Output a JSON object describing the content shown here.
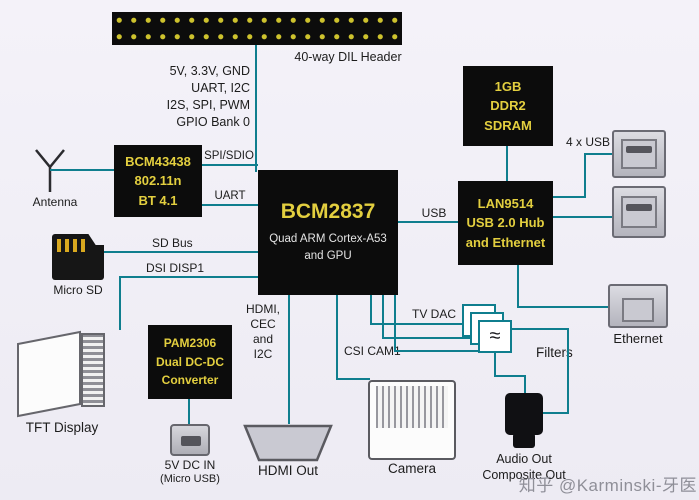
{
  "labels": {
    "header": "40-way DIL Header",
    "gpio1": "5V, 3.3V, GND",
    "gpio2": "UART, I2C",
    "gpio3": "I2S, SPI, PWM",
    "gpio4": "GPIO Bank 0",
    "antenna": "Antenna",
    "spi_sdio": "SPI/SDIO",
    "uart": "UART",
    "sd_bus": "SD Bus",
    "dsi": "DSI DISP1",
    "usb": "USB",
    "usb4": "4 x USB",
    "ethernet": "Ethernet",
    "micro_sd": "Micro SD",
    "tft": "TFT Display",
    "power1": "5V DC IN",
    "power2": "(Micro USB)",
    "hdmi1": "HDMI,",
    "hdmi2": "CEC and",
    "hdmi3": "I2C",
    "hdmi_out": "HDMI Out",
    "csi": "CSI CAM1",
    "camera": "Camera",
    "tv_dac": "TV DAC",
    "filters": "Filters",
    "audio_out": "Audio Out",
    "composite_out": "Composite Out",
    "filter_symbol": "≈",
    "watermark": "知乎 @Karminski-牙医"
  },
  "chips": {
    "bcm2837": {
      "title": "BCM2837",
      "sub1": "Quad ARM Cortex-A53",
      "sub2": "and GPU"
    },
    "bcm43438": {
      "l1": "BCM43438",
      "l2": "802.11n",
      "l3": "BT 4.1"
    },
    "sdram": {
      "l1": "1GB",
      "l2": "DDR2",
      "l3": "SDRAM"
    },
    "lan9514": {
      "l1": "LAN9514",
      "l2": "USB 2.0 Hub",
      "l3": "and Ethernet"
    },
    "pam2306": {
      "l1": "PAM2306",
      "l2": "Dual DC-DC",
      "l3": "Converter"
    }
  },
  "colors": {
    "wire": "#0f7e8e",
    "chip_text": "#e3cf3f",
    "chip_bg": "#0c0c0c",
    "background": "#f0eef5",
    "header_pins": "#cdc22d"
  }
}
